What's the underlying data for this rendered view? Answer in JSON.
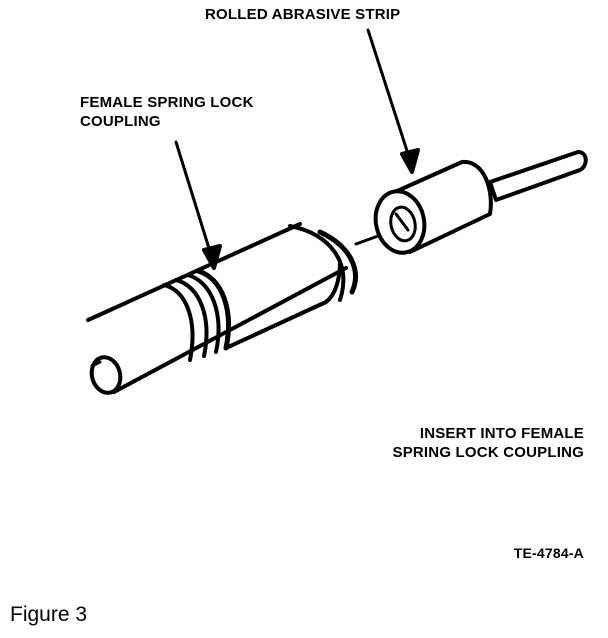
{
  "labels": {
    "rolled_strip": "ROLLED ABRASIVE STRIP",
    "female_line1": "FEMALE SPRING LOCK",
    "female_line2": "COUPLING",
    "insert_line1": "INSERT INTO FEMALE",
    "insert_line2": "SPRING LOCK COUPLING",
    "code": "TE-4784-A"
  },
  "caption": "Figure 3",
  "colors": {
    "ink": "#000000",
    "paper": "#ffffff"
  }
}
